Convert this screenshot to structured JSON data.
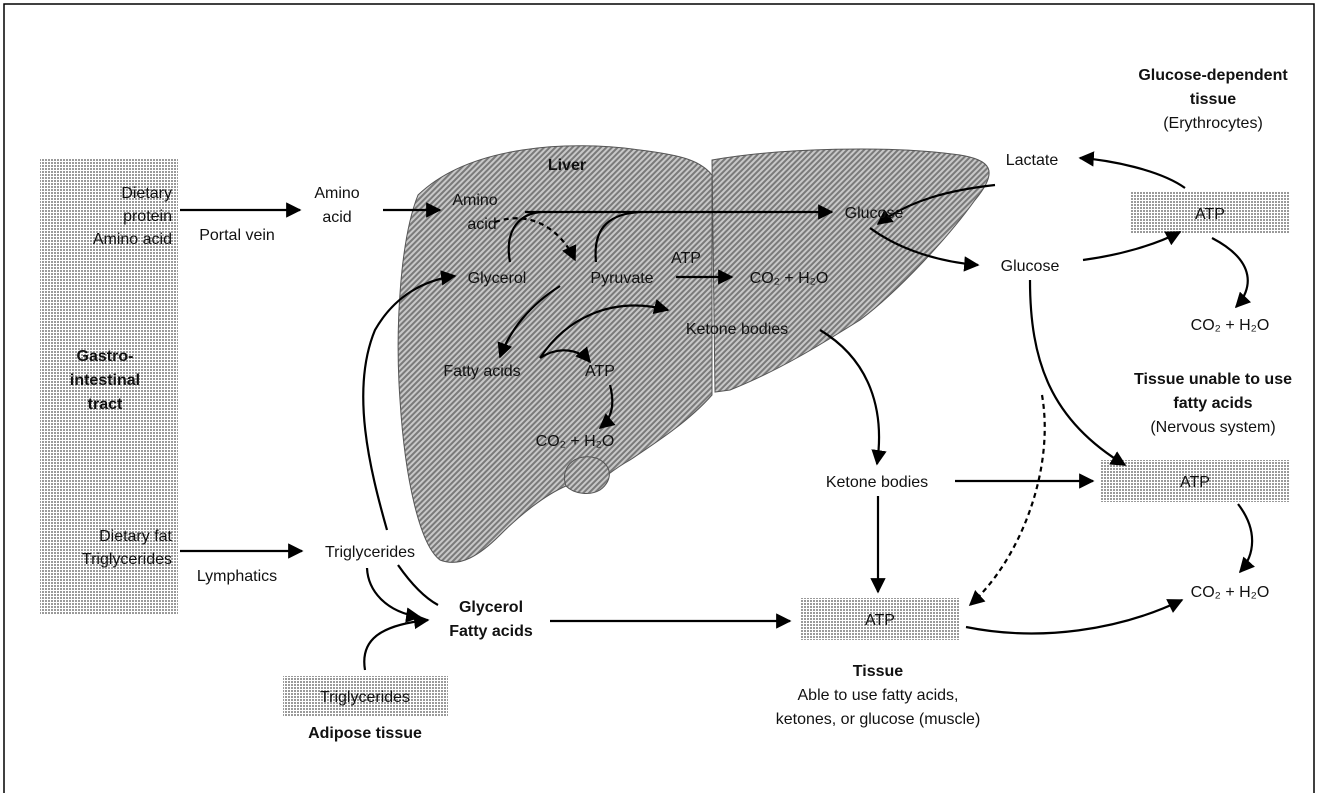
{
  "colors": {
    "ink": "#111111",
    "border": "#000000",
    "liver_fill": "#b4b4b4",
    "box_fill": "#d4d4d4"
  },
  "diagram": {
    "gi": {
      "protein_line1": "Dietary",
      "protein_line2": "protein",
      "protein_line3": "Amino acid",
      "tract_line1": "Gastro-",
      "tract_line2": "intestinal",
      "tract_line3": "tract",
      "fat_line1": "Dietary fat",
      "fat_line2": "Triglycerides"
    },
    "portal_vein": "Portal vein",
    "lymphatics": "Lymphatics",
    "amino_acid_line1": "Amino",
    "amino_acid_line2": "acid",
    "triglycerides": "Triglycerides",
    "glycerol_fatty_line1": "Glycerol",
    "glycerol_fatty_line2": "Fatty acids",
    "adipose_box": "Triglycerides",
    "adipose_label": "Adipose tissue",
    "liver": {
      "title": "Liver",
      "amino_line1": "Amino",
      "amino_line2": "acid",
      "glycerol": "Glycerol",
      "pyruvate": "Pyruvate",
      "atp_pyruvate": "ATP",
      "co2_water": "CO₂ + H₂O",
      "ketone_bodies": "Ketone bodies",
      "fatty_acids": "Fatty acids",
      "atp_fatty": "ATP",
      "co2_water_lower": "CO₂ + H₂O",
      "glucose": "Glucose"
    },
    "blood_glucose": "Glucose",
    "lactate": "Lactate",
    "glucose_dependent": {
      "title_line1": "Glucose-dependent",
      "title_line2": "tissue",
      "subtitle": "(Erythrocytes)",
      "atp": "ATP",
      "co2_water": "CO₂ + H₂O"
    },
    "nervous": {
      "title_line1": "Tissue unable to use",
      "title_line2": "fatty acids",
      "subtitle": "(Nervous system)",
      "atp": "ATP",
      "co2_water": "CO₂ + H₂O"
    },
    "blood_ketone_bodies": "Ketone bodies",
    "muscle": {
      "atp": "ATP",
      "title": "Tissue",
      "desc_line1": "Able to use fatty acids,",
      "desc_line2": "ketones, or glucose (muscle)"
    }
  }
}
